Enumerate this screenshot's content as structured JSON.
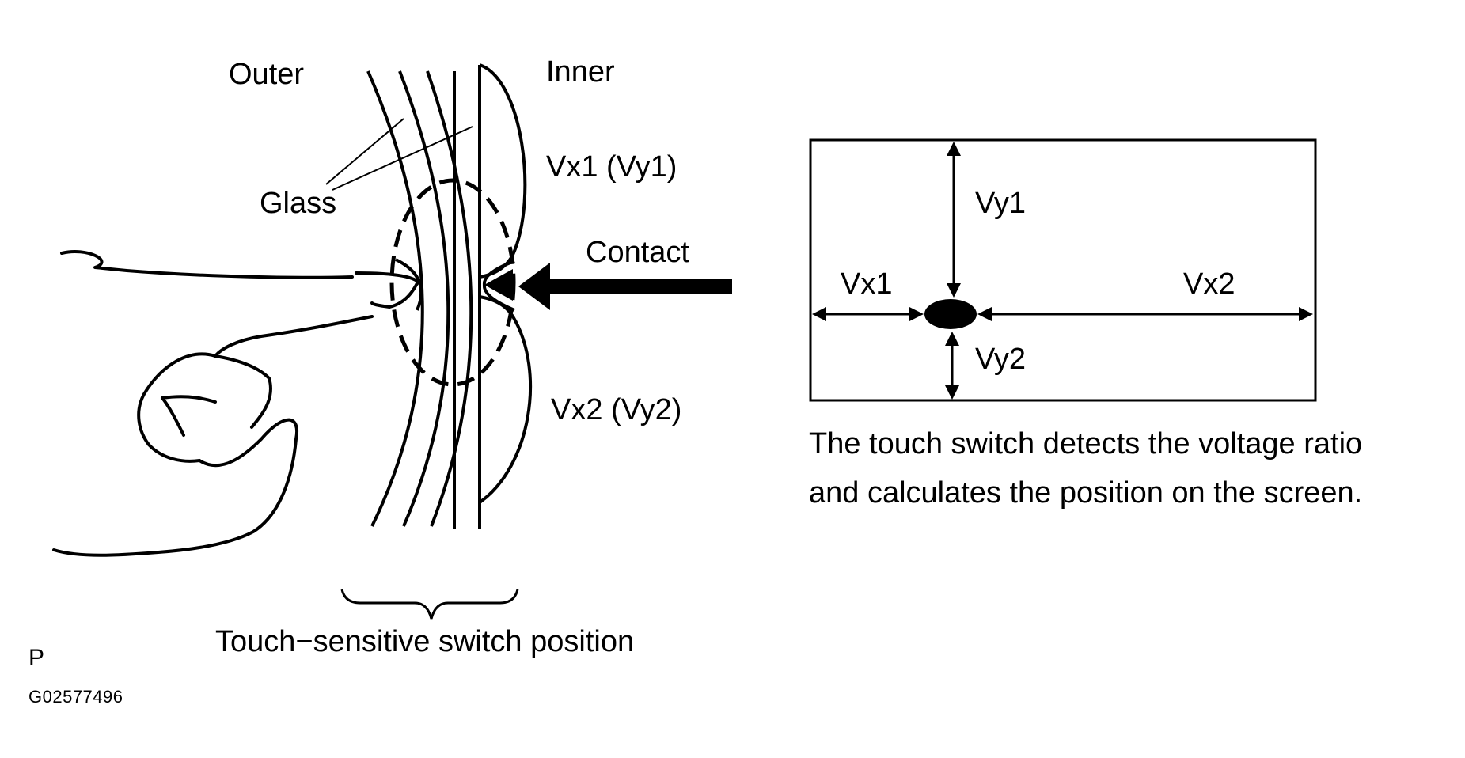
{
  "labels": {
    "outer": "Outer",
    "inner": "Inner",
    "glass": "Glass",
    "vx1_vy1": "Vx1 (Vy1)",
    "vx2_vy2": "Vx2 (Vy2)",
    "contact": "Contact",
    "switch_position": "Touch−sensitive switch position",
    "panel_letter": "P",
    "figure_code": "G02577496"
  },
  "screen": {
    "vy1": "Vy1",
    "vy2": "Vy2",
    "vx1": "Vx1",
    "vx2": "Vx2"
  },
  "description": {
    "line1": "The touch switch detects the voltage ratio",
    "line2": "and calculates the position on the screen."
  }
}
